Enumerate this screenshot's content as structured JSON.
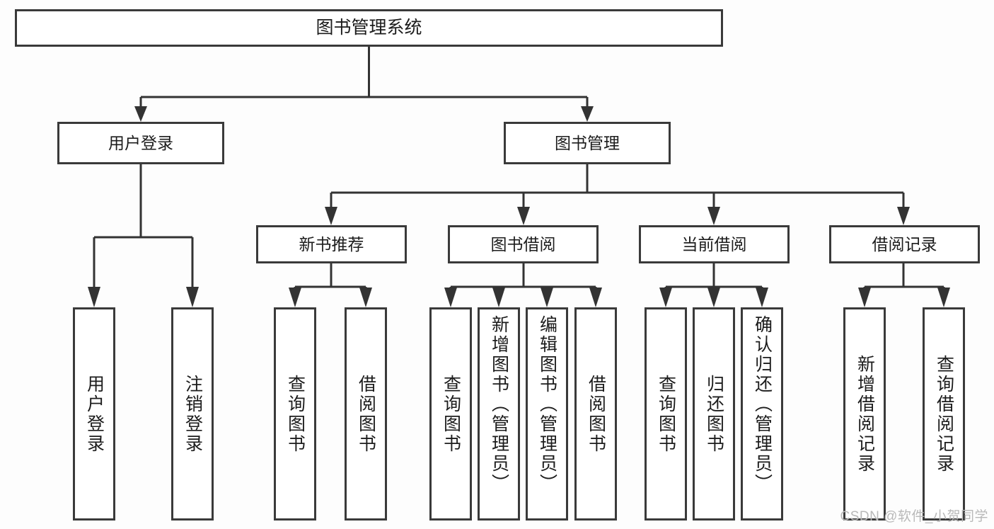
{
  "diagram": {
    "title": "图书管理系统",
    "watermark": "CSDN @软件_小贺同学",
    "line_color": "#333333",
    "box_border_color": "#3a3a3a",
    "box_fill": "#ffffff",
    "background": "#fdfdfd",
    "text_color": "#1c1c1c",
    "watermark_color": "#b9b9b9"
  },
  "nodes": {
    "root": {
      "label": "图书管理系统"
    },
    "level2": [
      {
        "id": "user-login",
        "label": "用户登录"
      },
      {
        "id": "book-manage",
        "label": "图书管理"
      }
    ],
    "level3": [
      {
        "id": "new-book-recommend",
        "label": "新书推荐"
      },
      {
        "id": "book-borrow",
        "label": "图书借阅"
      },
      {
        "id": "current-borrow",
        "label": "当前借阅"
      },
      {
        "id": "borrow-record",
        "label": "借阅记录"
      }
    ],
    "leaves": {
      "user_login": [
        {
          "id": "leaf-user-login",
          "label": "用户登录"
        },
        {
          "id": "leaf-logout-login",
          "label": "注销登录"
        }
      ],
      "new_book_recommend": [
        {
          "id": "leaf-query-book-1",
          "label": "查询图书"
        },
        {
          "id": "leaf-borrow-book-1",
          "label": "借阅图书"
        }
      ],
      "book_borrow": [
        {
          "id": "leaf-query-book-2",
          "label": "查询图书"
        },
        {
          "id": "leaf-add-book",
          "label": "新增图书（管理员）"
        },
        {
          "id": "leaf-edit-book",
          "label": "编辑图书（管理员）"
        },
        {
          "id": "leaf-borrow-book-2",
          "label": "借阅图书"
        }
      ],
      "current_borrow": [
        {
          "id": "leaf-query-book-3",
          "label": "查询图书"
        },
        {
          "id": "leaf-return-book",
          "label": "归还图书"
        },
        {
          "id": "leaf-confirm-return",
          "label": "确认归还（管理员）"
        }
      ],
      "borrow_record": [
        {
          "id": "leaf-add-record",
          "label": "新增借阅记录"
        },
        {
          "id": "leaf-query-record",
          "label": "查询借阅记录"
        }
      ]
    }
  }
}
